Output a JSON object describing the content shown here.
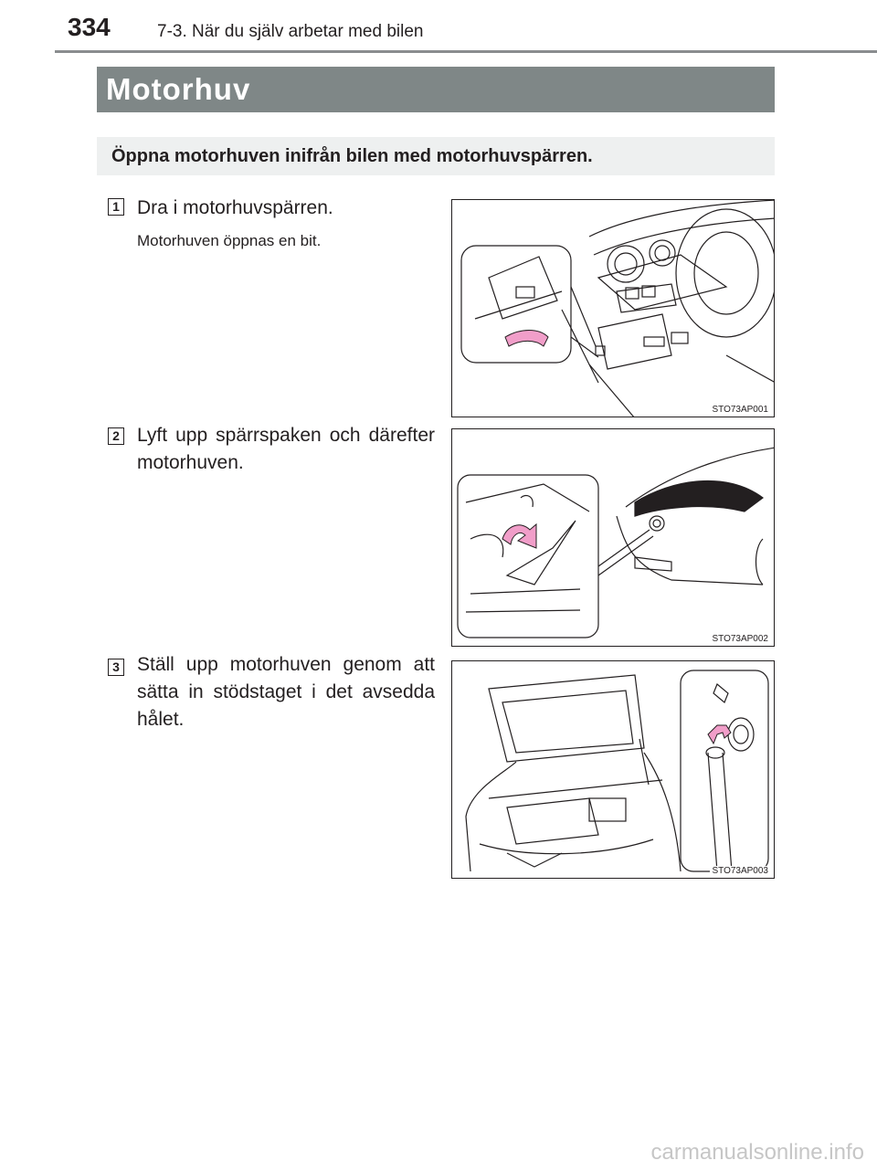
{
  "header": {
    "page_number": "334",
    "chapter": "7-3. När du själv arbetar med bilen"
  },
  "section": {
    "title": "Motorhuv",
    "summary": "Öppna motorhuven inifrån bilen med motorhuvspärren."
  },
  "steps": [
    {
      "number": "1",
      "text": "Dra i motorhuvspärren.",
      "note": "Motorhuven öppnas en bit.",
      "figure_code": "STO73AP001"
    },
    {
      "number": "2",
      "text": "Lyft upp spärrspaken och därefter motorhuven.",
      "figure_code": "STO73AP002"
    },
    {
      "number": "3",
      "text": "Ställ upp motorhuven genom att sätta in stödstaget i det avsedda hålet.",
      "figure_code": "STO73AP003"
    }
  ],
  "footer": {
    "watermark": "carmanualsonline.info"
  },
  "colors": {
    "accent_arrow": "#f19ec9",
    "banner": "#7f8787",
    "summary_bg": "#eef0f0"
  }
}
